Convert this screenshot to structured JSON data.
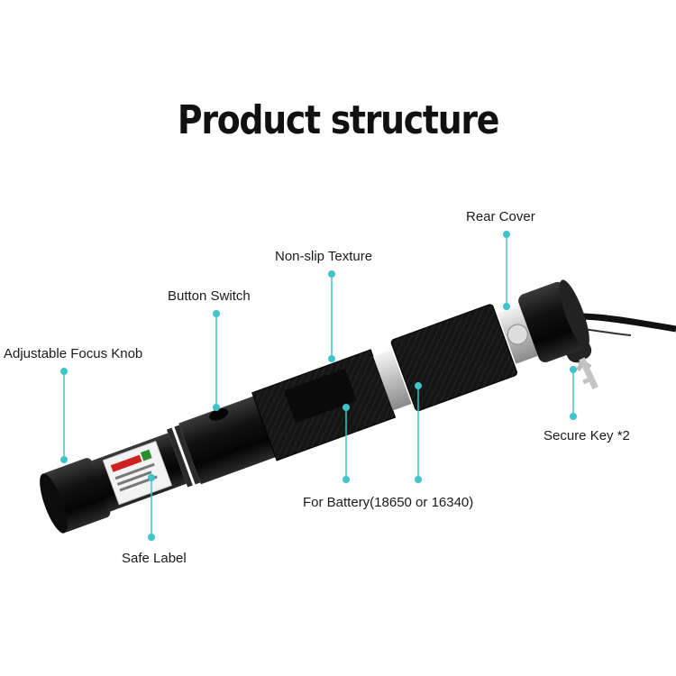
{
  "title": "Product structure",
  "labels": {
    "focus_knob": "Adjustable Focus Knob",
    "button_switch": "Button Switch",
    "non_slip": "Non-slip Texture",
    "rear_cover": "Rear Cover",
    "secure_key": "Secure Key *2",
    "battery": "For Battery(18650 or 16340)",
    "safe_label": "Safe Label"
  },
  "colors": {
    "callout": "#3fc4c9",
    "body": "#141414",
    "ring": "#d8d8d8"
  }
}
